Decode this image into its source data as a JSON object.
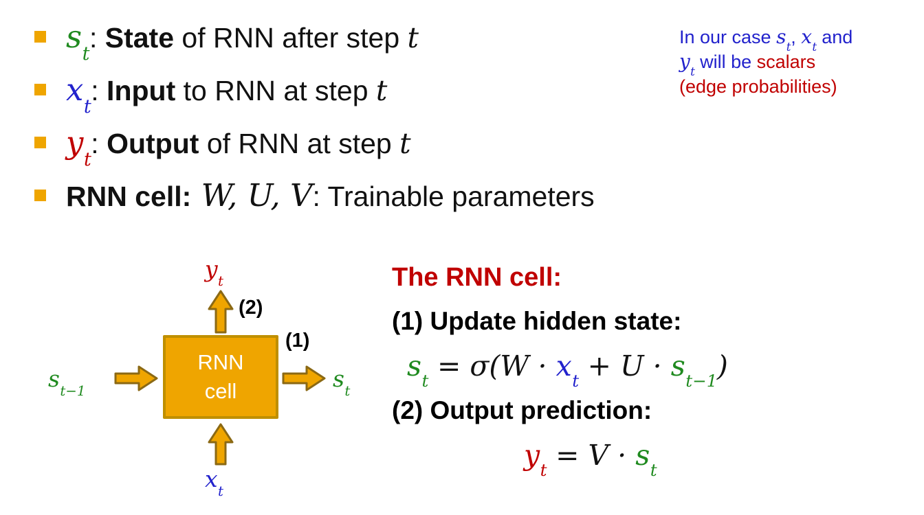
{
  "colors": {
    "green": "#1f8a1f",
    "blue": "#2222CC",
    "red": "#C00000",
    "gold": "#EFA500",
    "gold_border": "#BF8F00"
  },
  "bullets": [
    {
      "var": "s",
      "sub": "t",
      "sep": ": ",
      "bold": "State",
      "mid": " of RNN after step ",
      "tail": "t"
    },
    {
      "var": "x",
      "sub": "t",
      "sep": ": ",
      "bold": "Input",
      "mid": " to RNN at step ",
      "tail": "t"
    },
    {
      "var": "y",
      "sub": "t",
      "sep": ": ",
      "bold": "Output",
      "mid": " of RNN at step ",
      "tail": "t"
    },
    {
      "bold": "RNN cell:",
      "math": " W, U, V",
      "rest": ": Trainable parameters"
    }
  ],
  "note": {
    "l1a": "In our case ",
    "v1": "s",
    "v1s": "t",
    "l1b": ", ",
    "v2": "x",
    "v2s": "t",
    "l1c": " and",
    "v3": "y",
    "v3s": "t",
    "l2a": " will be ",
    "l2red": "scalars",
    "l3": "(edge probabilities)"
  },
  "diagram": {
    "box_line1": "RNN",
    "box_line2": "cell",
    "out_top_var": "y",
    "out_top_sub": "t",
    "out_right_var": "s",
    "out_right_sub": "t",
    "in_left_var": "s",
    "in_left_sub": "t−1",
    "in_bottom_var": "x",
    "in_bottom_sub": "t",
    "step1_label": "(1)",
    "step2_label": "(2)"
  },
  "explain": {
    "title": "The RNN cell:",
    "step1": "(1) Update hidden state:",
    "eq1": {
      "lhs": "s",
      "lhs_sub": "t",
      "eq": " = ",
      "fn": "σ(",
      "w": "W",
      "dot1": " · ",
      "x": "x",
      "x_sub": "t",
      "plus": " + ",
      "u": "U",
      "dot2": " · ",
      "s2": "s",
      "s2_sub": "t−1",
      "close": ")"
    },
    "step2": "(2) Output prediction:",
    "eq2": {
      "lhs": "y",
      "lhs_sub": "t",
      "eq": " = ",
      "v": "V",
      "dot": " · ",
      "s": "s",
      "s_sub": "t"
    }
  }
}
